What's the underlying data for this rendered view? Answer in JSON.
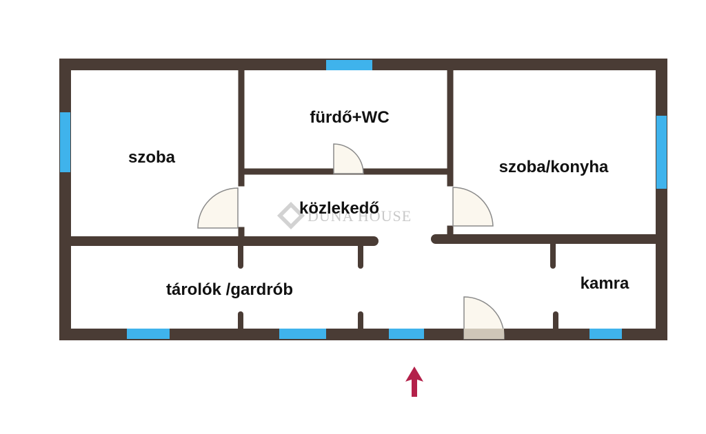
{
  "rooms": {
    "szoba": "szoba",
    "furdo": "fürdő+WC",
    "szoba_konyha": "szoba/konyha",
    "kozlekedo": "közlekedő",
    "tarolok": "tárolók /gardrób",
    "kamra": "kamra"
  },
  "watermark": "DUNA HOUSE",
  "colors": {
    "wall": "#4a3c35",
    "window": "#3fb3ec",
    "door_fill": "#fbf7ee",
    "door_line": "#8a8a8a",
    "arrow": "#b3214a"
  },
  "icons": {
    "entrance": "up-arrow-icon",
    "watermark": "duna-house-logo-icon"
  }
}
